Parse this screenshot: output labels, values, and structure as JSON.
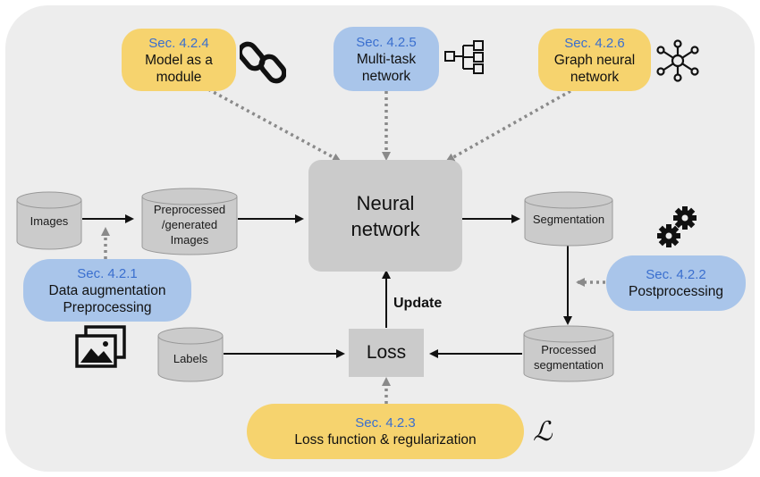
{
  "modules": {
    "model_as_module": {
      "section": "Sec. 4.2.4",
      "lines": [
        "Model as a",
        "module"
      ]
    },
    "multi_task": {
      "section": "Sec. 4.2.5",
      "lines": [
        "Multi-task",
        "network"
      ]
    },
    "graph_nn": {
      "section": "Sec. 4.2.6",
      "lines": [
        "Graph neural",
        "network"
      ]
    },
    "data_aug": {
      "section": "Sec. 4.2.1",
      "lines": [
        "Data augmentation",
        "Preprocessing"
      ]
    },
    "postprocessing": {
      "section": "Sec. 4.2.2",
      "lines": [
        "Postprocessing"
      ]
    },
    "loss_function": {
      "section": "Sec. 4.2.3",
      "lines": [
        "Loss function & regularization"
      ]
    }
  },
  "pipeline": {
    "images": "Images",
    "preprocessed": [
      "Preprocessed",
      "/generated",
      "Images"
    ],
    "neural_network": [
      "Neural",
      "network"
    ],
    "segmentation": "Segmentation",
    "processed_segmentation": [
      "Processed",
      "segmentation"
    ],
    "labels": "Labels",
    "loss": "Loss",
    "update": "Update"
  },
  "loss_symbol": "ℒ",
  "icons": {
    "model_as_module": "chain-link-icon",
    "multi_task": "tree-branch-icon",
    "graph_nn": "network-graph-icon",
    "postprocessing": "gears-icon",
    "data_aug": "images-stack-icon"
  },
  "colors": {
    "yellow_pill": "#f6d36e",
    "blue_pill": "#a9c5ea",
    "section_text": "#3a6fcf",
    "node_gray": "#cbcbcb",
    "background": "#ededed"
  }
}
